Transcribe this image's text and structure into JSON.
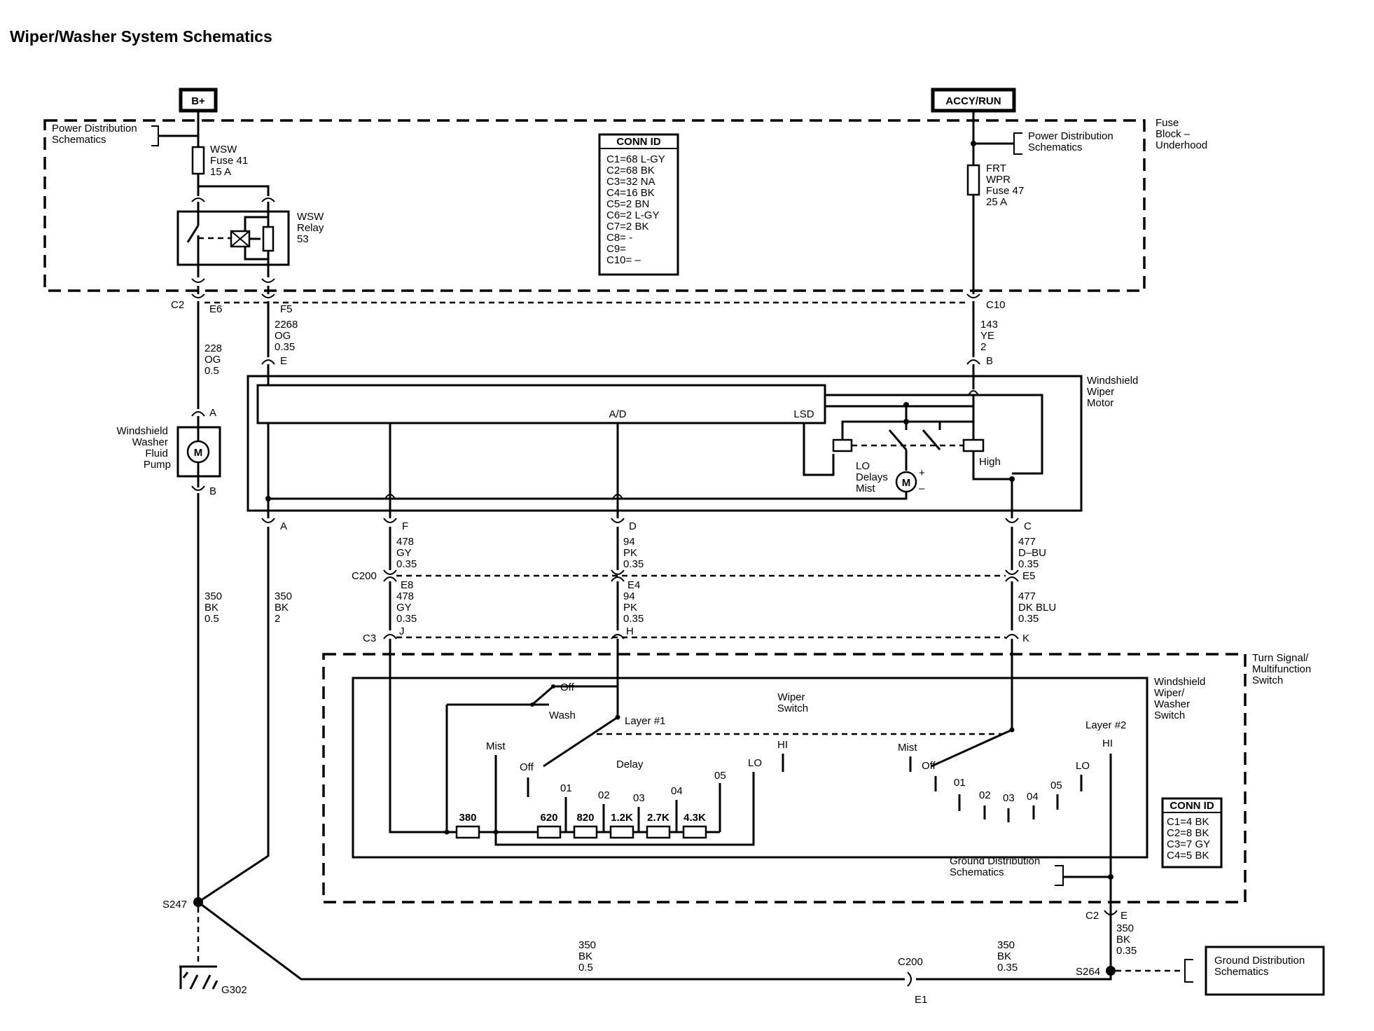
{
  "title": "Wiper/Washer System Schematics",
  "sources": {
    "bplus": "B+",
    "accy": "ACCY/RUN"
  },
  "fuse_block": {
    "label_lines": [
      "Fuse",
      "Block –",
      "Underhood"
    ],
    "left_ref": [
      "Power Distribution",
      "Schematics"
    ],
    "right_ref": [
      "Power Distribution",
      "Schematics"
    ],
    "wsw_fuse": [
      "WSW",
      "Fuse 41",
      "15 A"
    ],
    "wsw_relay": [
      "WSW",
      "Relay",
      "53"
    ],
    "frt_fuse": [
      "FRT",
      "WPR",
      "Fuse 47",
      "25 A"
    ],
    "conn_id": {
      "header": "CONN ID",
      "lines": [
        "C1=68 L-GY",
        "C2=68 BK",
        "C3=32 NA",
        "C4=16 BK",
        "C5=2 BN",
        "C6=2 L-GY",
        "C7=2 BK",
        "C8= -",
        "C9=",
        "C10= –"
      ]
    }
  },
  "connectors": {
    "c2": "C2",
    "e6": "E6",
    "f5": "F5",
    "c10": "C10",
    "e": "E",
    "b": "B",
    "a_pump": "A",
    "b_pump": "B",
    "a": "A",
    "f": "F",
    "d": "D",
    "c": "C",
    "c200": "C200",
    "e8": "E8",
    "e4": "E4",
    "e5": "E5",
    "c3": "C3",
    "j": "J",
    "h": "H",
    "k": "K",
    "c2_bottom": "C2",
    "e_bottom": "E",
    "c200_bottom": "C200",
    "e1": "E1",
    "s247": "S247",
    "s264": "S264",
    "g302": "G302"
  },
  "wires": {
    "w2268": [
      "2268",
      "OG",
      "0.35"
    ],
    "w228": [
      "228",
      "OG",
      "0.5"
    ],
    "w143": [
      "143",
      "YE",
      "2"
    ],
    "w478a": [
      "478",
      "GY",
      "0.35"
    ],
    "w94a": [
      "94",
      "PK",
      "0.35"
    ],
    "w477a": [
      "477",
      "D–BU",
      "0.35"
    ],
    "w478b": [
      "478",
      "GY",
      "0.35"
    ],
    "w94b": [
      "94",
      "PK",
      "0.35"
    ],
    "w477b": [
      "477",
      "DK BLU",
      "0.35"
    ],
    "w350_pump": [
      "350",
      "BK",
      "0.5"
    ],
    "w350_a": [
      "350",
      "BK",
      "2"
    ],
    "w350_gnd1": [
      "350",
      "BK",
      "0.5"
    ],
    "w350_gnd2": [
      "350",
      "BK",
      "0.35"
    ],
    "w350_gnd3": [
      "350",
      "BK",
      "0.35"
    ]
  },
  "motor": {
    "label": [
      "Windshield",
      "Wiper",
      "Motor"
    ],
    "ad": "A/D",
    "lsd": "LSD",
    "lo_lines": [
      "LO",
      "Delays",
      "Mist"
    ],
    "high": "High",
    "m": "M",
    "plus": "+",
    "minus": "–"
  },
  "pump": {
    "label": [
      "Windshield",
      "Washer",
      "Fluid",
      "Pump"
    ],
    "m": "M"
  },
  "switch": {
    "outer_label": [
      "Turn Signal/",
      "Multifunction",
      "Switch"
    ],
    "inner_label": [
      "Windshield",
      "Wiper/",
      "Washer",
      "Switch"
    ],
    "wiper_switch": [
      "Wiper",
      "Switch"
    ],
    "off_top": "Off",
    "wash": "Wash",
    "layer1": "Layer #1",
    "layer2": "Layer #2",
    "mist_l": "Mist",
    "off_l": "Off",
    "delay": "Delay",
    "lo_l": "LO",
    "hi_l": "HI",
    "positions_l": [
      "01",
      "02",
      "03",
      "04",
      "05"
    ],
    "mist_r": "Mist",
    "off_r": "Off",
    "positions_r": [
      "01",
      "02",
      "03",
      "04",
      "05"
    ],
    "lo_r": "LO",
    "hi_r": "HI",
    "resistors": [
      "380",
      "620",
      "820",
      "1.2K",
      "2.7K",
      "4.3K"
    ],
    "conn_id": {
      "header": "CONN ID",
      "lines": [
        "C1=4 BK",
        "C2=8 BK",
        "C3=7 GY",
        "C4=5 BK"
      ]
    },
    "ground_ref": [
      "Ground Distribution",
      "Schematics"
    ]
  },
  "ground_ref_box": [
    "Ground Distribution",
    "Schematics"
  ]
}
